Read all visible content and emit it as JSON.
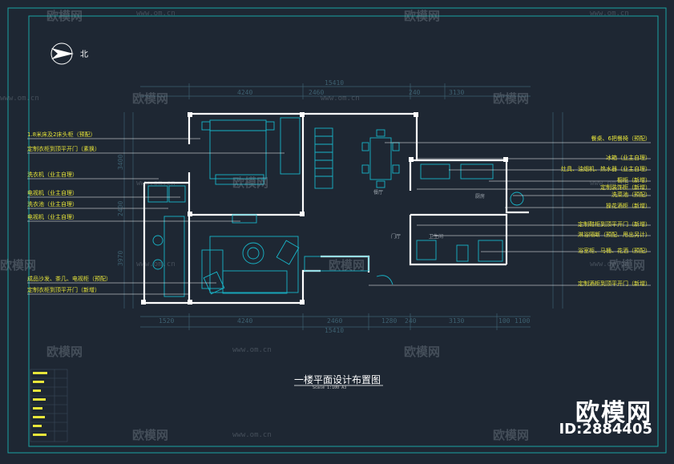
{
  "north_label": "北",
  "title": "一楼平面设计布置图",
  "scale_text": "Scale   1:100  A3",
  "brand": "欧模网",
  "brand_id": "ID:2884405",
  "watermark_text": "欧模网",
  "watermark_url": "www.om.cn",
  "dimensions_top": [
    "15410",
    "4240",
    "2460",
    "240",
    "3130"
  ],
  "dimensions_bottom": [
    "1520",
    "4240",
    "2460",
    "1280",
    "240",
    "3130",
    "100",
    "1100"
  ],
  "dimension_total_bottom": "15410",
  "dimensions_left": [
    "3400",
    "2400",
    "3970"
  ],
  "labels_left": [
    "1.8米床及2床头柜（预配）",
    "定制衣柜到顶平开门（素换）",
    "洗衣机（业主自理）",
    "电视机（业主自理）",
    "洗衣池（业主自理）",
    "电视机（业主自理）",
    "成品沙发、茶几、电视柜（预配）",
    "定制衣柜到顶平开门（新增）"
  ],
  "labels_right": [
    "餐桌、6把餐椅（预配）",
    "冰箱（业主自理）",
    "灶具、油烟机、热水器（业主自理）",
    "橱柜（新增）",
    "定制装饰柜（新增）",
    "洗菜池（预配）",
    "操花酒柜（新增）",
    "定制鞋柜到顶平开门（新增）",
    "淋浴隔断（预配、甩出另计）",
    "浴室柜、马桶、花洒（预配）",
    "定制酒柜到顶平开门（新增）"
  ],
  "room_labels": [
    "餐厅",
    "厨房",
    "门厅",
    "卫生间"
  ],
  "colors": {
    "background": "#1e2733",
    "frame": "#1aa3a3",
    "wall": "#ffffff",
    "label": "#e8e53a",
    "furniture": "#18b5c8",
    "dimension": "#3d6070"
  }
}
